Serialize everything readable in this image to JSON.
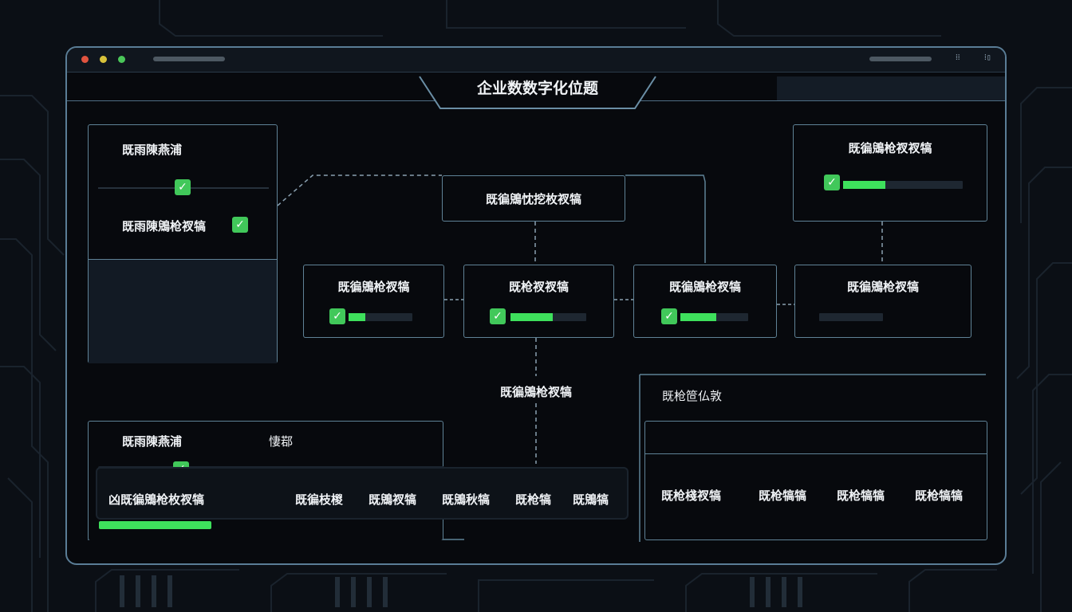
{
  "app": {
    "title": "企业数数字化位题"
  },
  "left_top_card": {
    "title": "既雨陳燕浦",
    "item_label": "既雨陳鶂枪衩犒"
  },
  "center_top_node": {
    "label": "既徧鶂忱挖枚衩犒"
  },
  "right_top_card": {
    "title": "既徧鶂枪衩衩犒",
    "progress": 0.35
  },
  "row_nodes": [
    {
      "label": "既徧鶂枪衩犒",
      "checked": true,
      "progress": 0.26
    },
    {
      "label": "既枪衩衩犒",
      "checked": true,
      "progress": 0.56
    },
    {
      "label": "既徧鶂枪衩犒",
      "checked": true,
      "progress": 0.53
    },
    {
      "label": "既徧鶂枪衩犒",
      "checked": false,
      "progress": 0.0
    }
  ],
  "connector_label": "既徧鶂枪衩犒",
  "bottom_left_panel": {
    "title": "既雨陳燕浦",
    "aux_label": "悽鄀",
    "row_label": "凶既徧鶂枪枚衩犒",
    "columns": [
      "既徧枝椶",
      "既鶂衩犒",
      "既鶂秋犒",
      "既枪犒",
      "既鶂犒"
    ],
    "progress": 0.32
  },
  "bottom_right_panel": {
    "title": "既枪笸仏敦",
    "columns": [
      "既枪棧衩犒",
      "既枪犒犒",
      "既枪犒犒",
      "既枪犒犒"
    ]
  },
  "colors": {
    "accent": "#3ee05c",
    "frame": "#5f8296",
    "background": "#07090d"
  }
}
